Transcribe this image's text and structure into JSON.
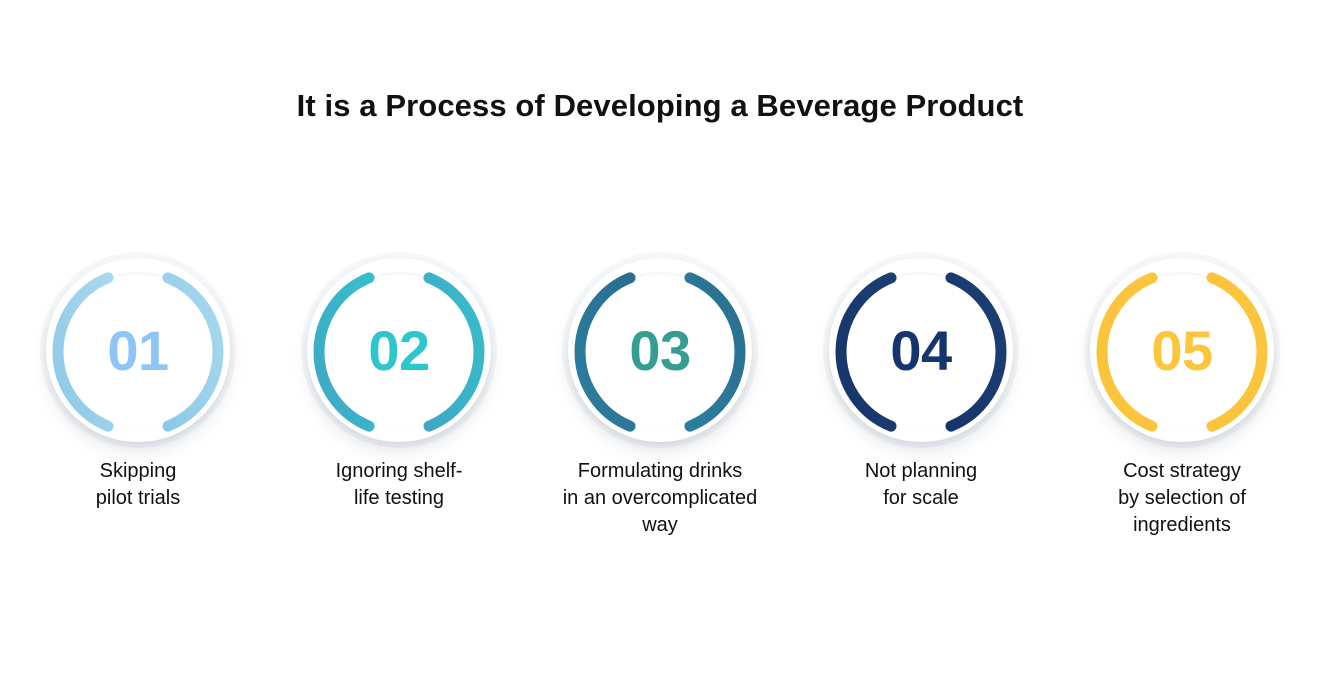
{
  "header": {
    "title": "It is a Process of Developing a Beverage Product"
  },
  "steps": [
    {
      "number": "01",
      "caption": "Skipping\npilot trials",
      "arc_color_start": "#8CC9E8",
      "arc_color_end": "#A9D9EE",
      "number_color": "#8FC5F5"
    },
    {
      "number": "02",
      "caption": "Ignoring shelf-\nlife testing",
      "arc_color_start": "#3FA8C4",
      "arc_color_end": "#36BECB",
      "number_color": "#2EC6CD"
    },
    {
      "number": "03",
      "caption": "Formulating drinks\nin an overcomplicated\nway",
      "arc_color_start": "#2C7E9E",
      "arc_color_end": "#2B6E90",
      "number_color": "#349E92"
    },
    {
      "number": "04",
      "caption": "Not planning\nfor scale",
      "arc_color_start": "#17356B",
      "arc_color_end": "#1B3F72",
      "number_color": "#15356E"
    },
    {
      "number": "05",
      "caption": "Cost strategy\nby selection of\ningredients",
      "arc_color_start": "#FAC43C",
      "arc_color_end": "#FBC63E",
      "number_color": "#FBC53C"
    }
  ]
}
